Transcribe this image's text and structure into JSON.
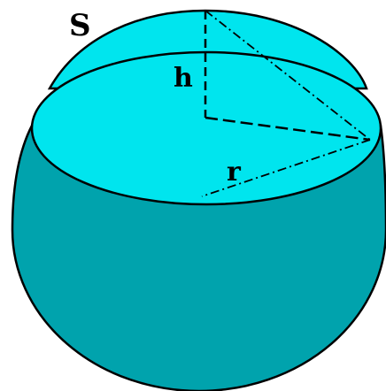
{
  "figure": {
    "labels": {
      "surface": "S",
      "height": "h",
      "radius": "r"
    },
    "colors": {
      "cap_light": "#00e5ee",
      "sphere_body": "#00a3ad",
      "outline": "#000000",
      "background": "#ffffff"
    }
  }
}
